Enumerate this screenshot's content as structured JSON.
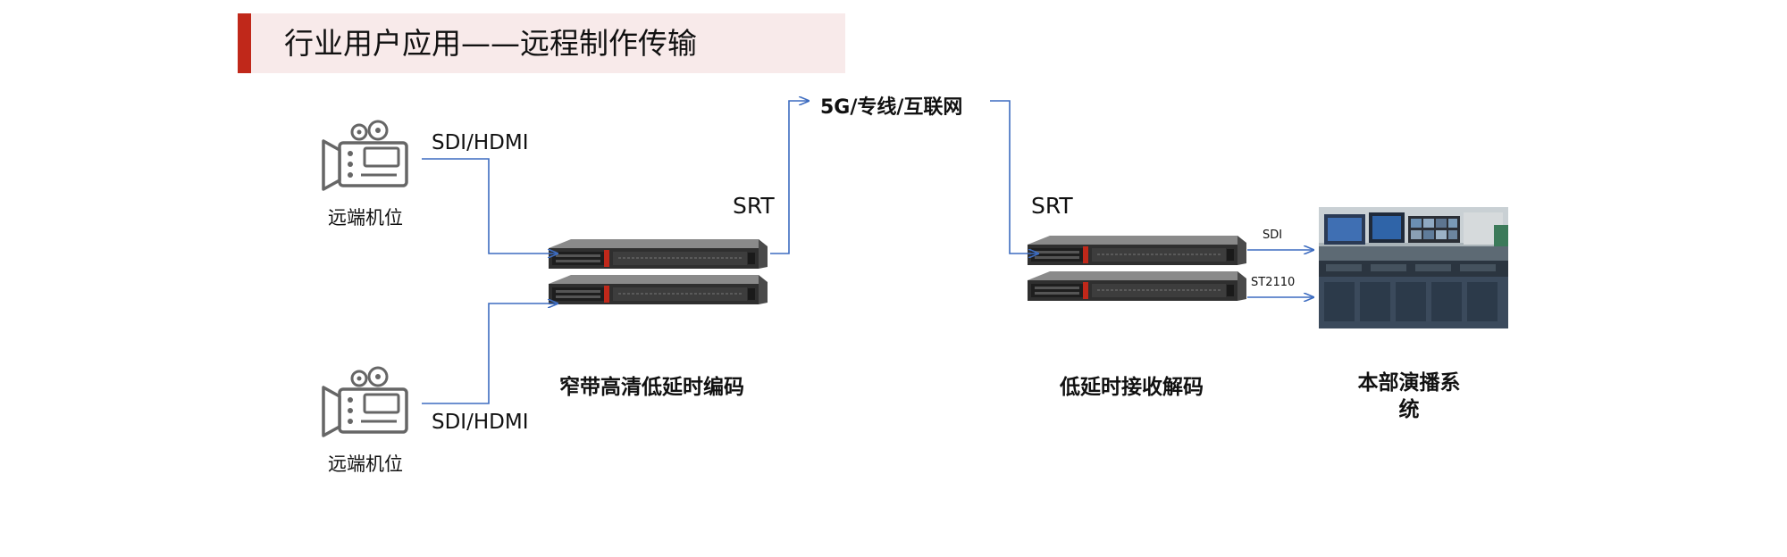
{
  "title": "行业用户应用——远程制作传输",
  "cameras": [
    {
      "label": "远端机位",
      "signal": "SDI/HDMI"
    },
    {
      "label": "远端机位",
      "signal": "SDI/HDMI"
    }
  ],
  "encoder": {
    "caption": "窄带高清低延时编码",
    "protocol": "SRT"
  },
  "network": {
    "label": "5G/专线/互联网"
  },
  "decoder": {
    "caption": "低延时接收解码",
    "protocol": "SRT"
  },
  "outputs": [
    "SDI",
    "ST2110"
  ],
  "studio": {
    "caption_line1": "本部演播系",
    "caption_line2": "统"
  },
  "colors": {
    "accent": "#c0281a",
    "title_bg": "#f8eaea",
    "arrow": "#3d6cc0"
  }
}
